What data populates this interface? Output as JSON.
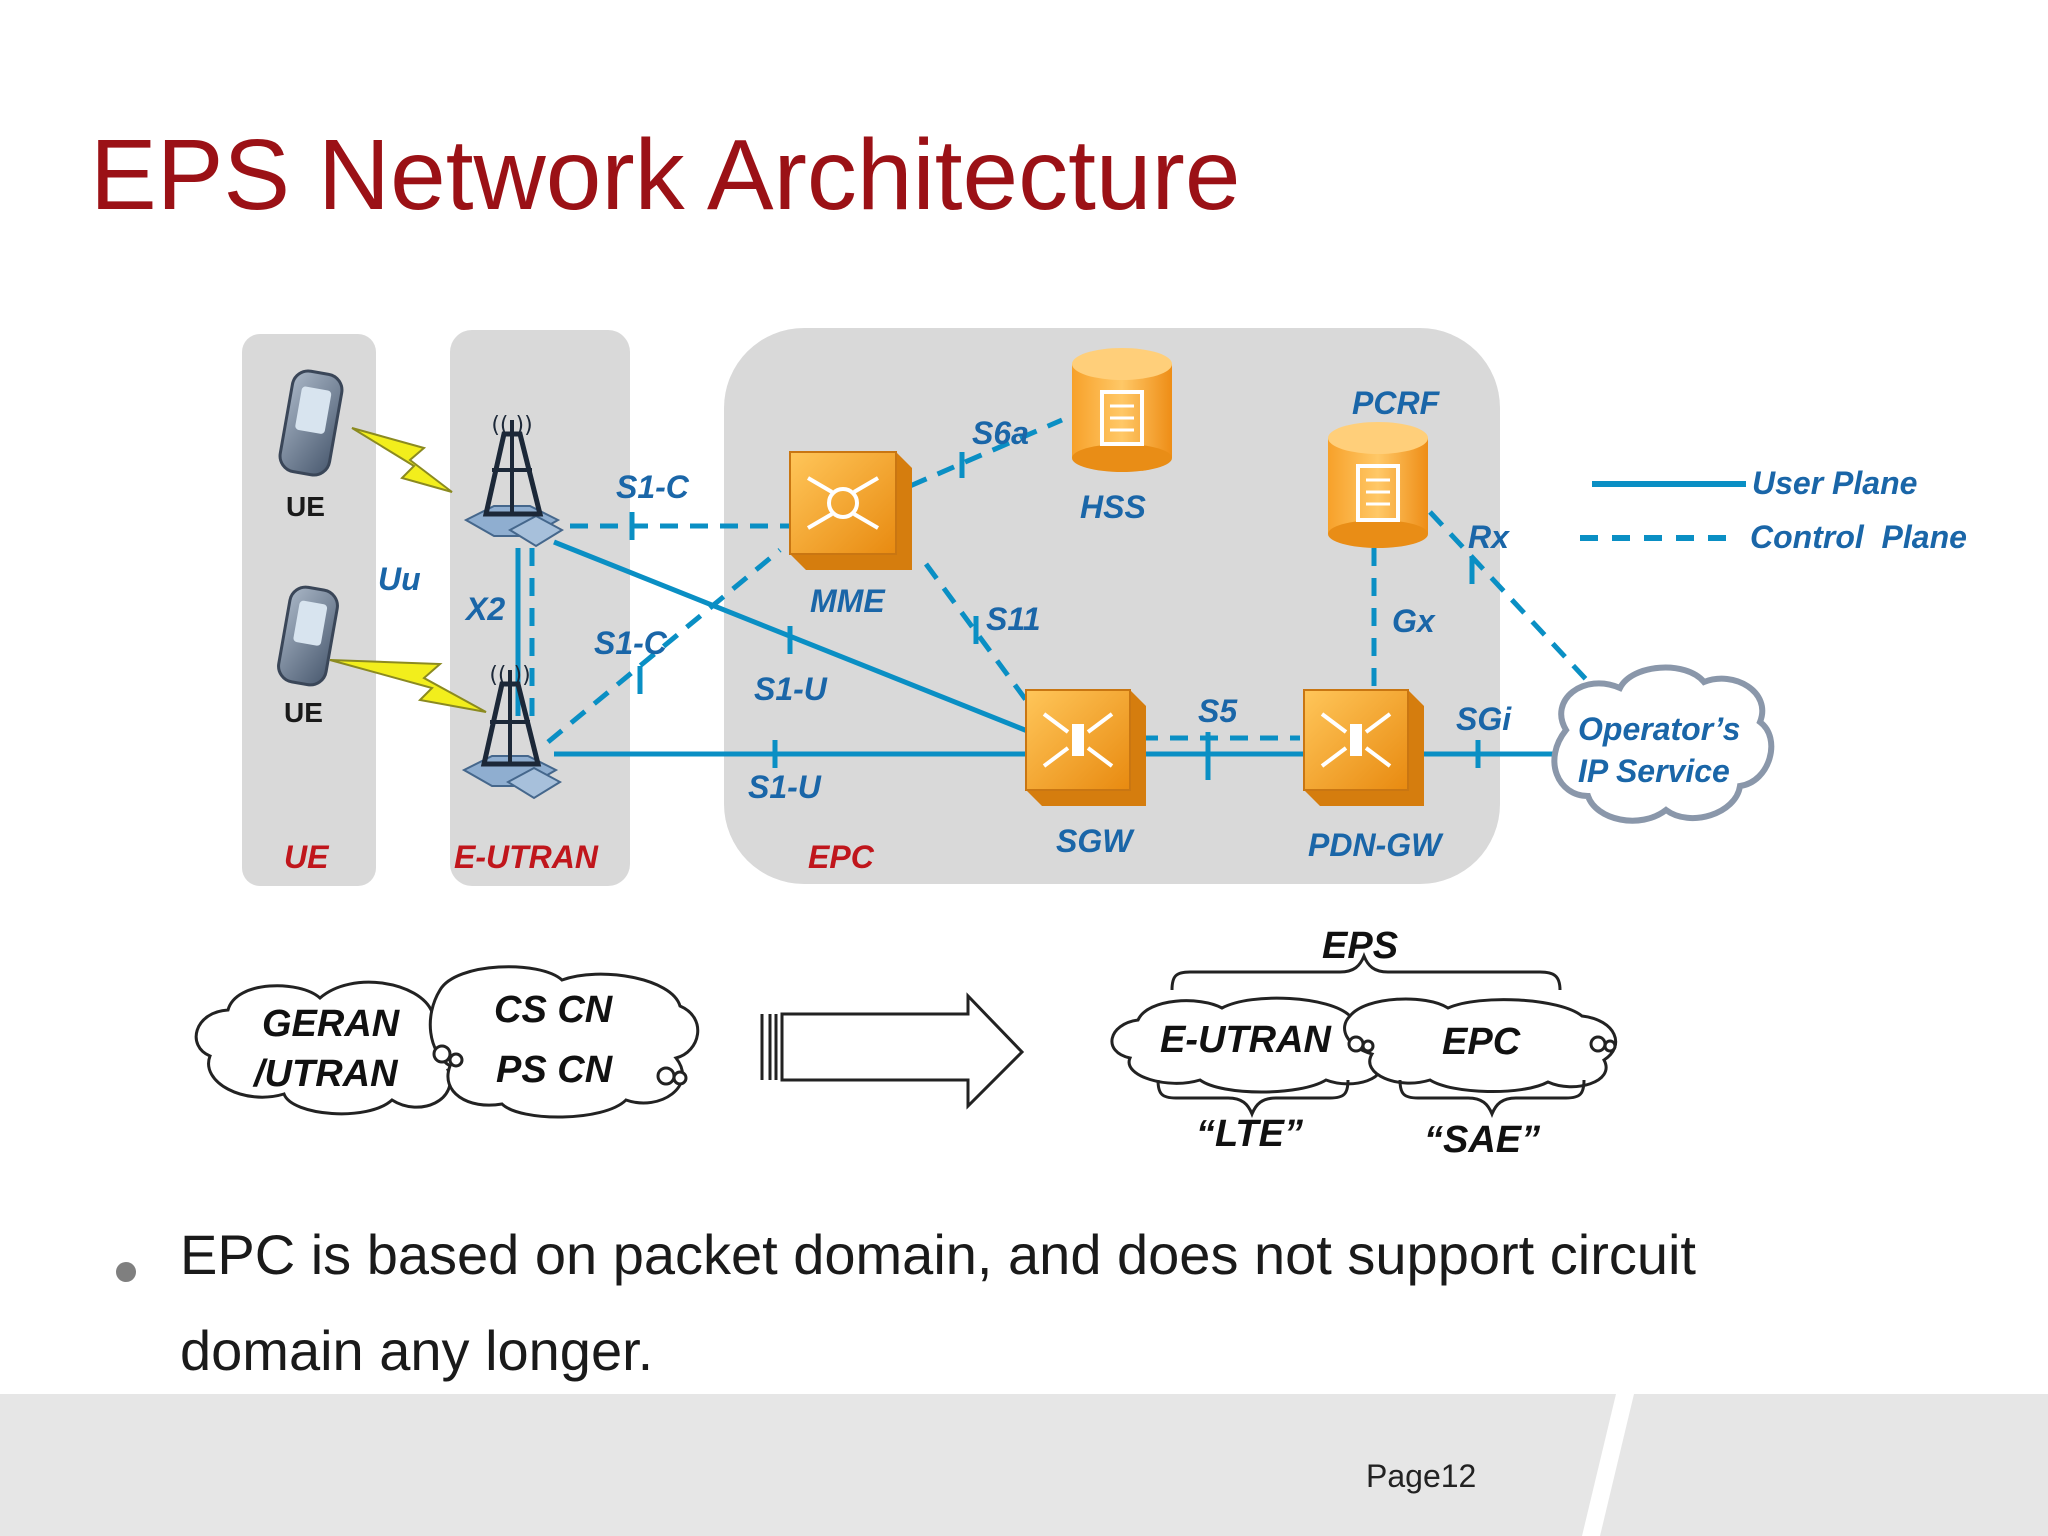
{
  "title": "EPS Network Architecture",
  "colors": {
    "title": "#9b1116",
    "link": "#0a8fc4",
    "label_blue": "#1a66a8",
    "label_red": "#c0161c",
    "node": "#f5a623",
    "panel": "#d9d9d9"
  },
  "regions": {
    "ue": "UE",
    "eutran": "E-UTRAN",
    "epc": "EPC"
  },
  "devices": {
    "ue_top": "UE",
    "ue_bottom": "UE"
  },
  "nodes": {
    "mme": "MME",
    "hss": "HSS",
    "pcrf": "PCRF",
    "sgw": "SGW",
    "pdngw": "PDN-GW"
  },
  "interfaces": {
    "uu": "Uu",
    "x2": "X2",
    "s1c_top": "S1-C",
    "s1c_bottom": "S1-C",
    "s1u_top": "S1-U",
    "s1u_bottom": "S1-U",
    "s6a": "S6a",
    "s11": "S11",
    "s5": "S5",
    "gx": "Gx",
    "rx": "Rx",
    "sgi": "SGi"
  },
  "cloud_ip": {
    "line1": "Operator’s",
    "line2": "IP Service"
  },
  "legend": {
    "user_plane": "User Plane",
    "control_plane": "Control  Plane"
  },
  "evolution": {
    "left": {
      "geran1": "GERAN",
      "geran2": "/UTRAN",
      "cs": "CS CN",
      "ps": "PS CN"
    },
    "right": {
      "eps": "EPS",
      "eutran": "E-UTRAN",
      "epc": "EPC",
      "lte": "“LTE”",
      "sae": "“SAE”"
    }
  },
  "bullet": {
    "line1": "EPC is based on packet domain, and does not support circuit",
    "line2": "domain any longer."
  },
  "page": "Page12"
}
